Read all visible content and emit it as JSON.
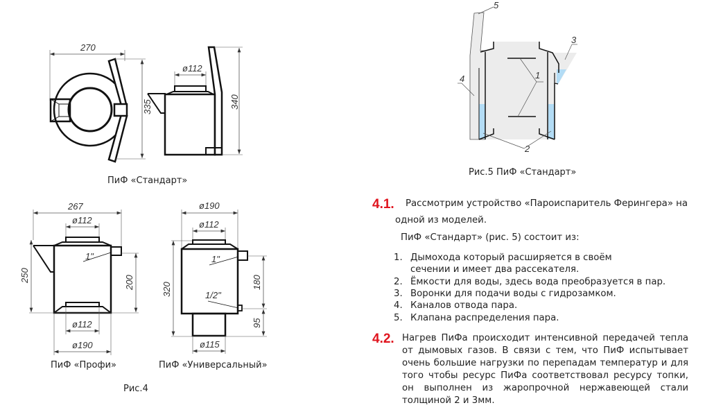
{
  "fig4": {
    "standard": {
      "dim_width": "270",
      "dim_height_top": "335",
      "dim_diameter": "ø112",
      "dim_height_side": "340",
      "caption": "ПиФ «Стандарт»"
    },
    "profi": {
      "dim_width": "267",
      "dim_top_diameter": "ø112",
      "dim_height": "250",
      "dim_fitting_height": "200",
      "fitting_label": "1\"",
      "dim_bottom_diameter": "ø112",
      "dim_body_diameter": "ø190",
      "caption": "ПиФ «Профи»"
    },
    "universal": {
      "dim_body_diameter": "ø190",
      "dim_top_diameter": "ø112",
      "dim_height": "320",
      "dim_fitting_height": "180",
      "dim_pipe_height": "95",
      "fitting_top_label": "1\"",
      "fitting_bottom_label": "1/2\"",
      "dim_pipe_diameter": "ø115",
      "caption": "ПиФ  «Универсальный»"
    },
    "caption": "Рис.4"
  },
  "fig5": {
    "labels": [
      "1",
      "2",
      "3",
      "4",
      "5"
    ],
    "caption": "Рис.5 ПиФ «Стандарт»",
    "water_color": "#b3dcf5",
    "body_color": "#ececec"
  },
  "section_4_1": {
    "number": "4.1.",
    "line1": "Рассмотрим устройство «Пароиспаритель Ферингера» на",
    "line2": "одной из моделей.",
    "line3": "ПиФ «Стандарт» (рис. 5)  состоит из:",
    "items": [
      {
        "n": "1.",
        "text": "Дымохода который расширяется в своём",
        "text2": "сечении и имеет два рассекателя."
      },
      {
        "n": "2.",
        "text": "Ёмкости для воды, здесь вода преобразуется в пар."
      },
      {
        "n": "3.",
        "text": "Воронки для подачи воды с гидрозамком."
      },
      {
        "n": "4.",
        "text": "Каналов отвода пара."
      },
      {
        "n": "5.",
        "text": "Клапана распределения пара."
      }
    ]
  },
  "section_4_2": {
    "number": "4.2.",
    "text": "Нагрев ПиФа происходит интенсивной передачей тепла от дымовых газов.  В связи с тем, что ПиФ испытывает очень большие нагрузки по перепадам температур и для того чтобы ресурс ПиФа соответствовал ресурсу топки, он выполнен из жаропрочной нержавеющей стали толщиной 2 и 3мм."
  },
  "accent_color": "#e0141e"
}
